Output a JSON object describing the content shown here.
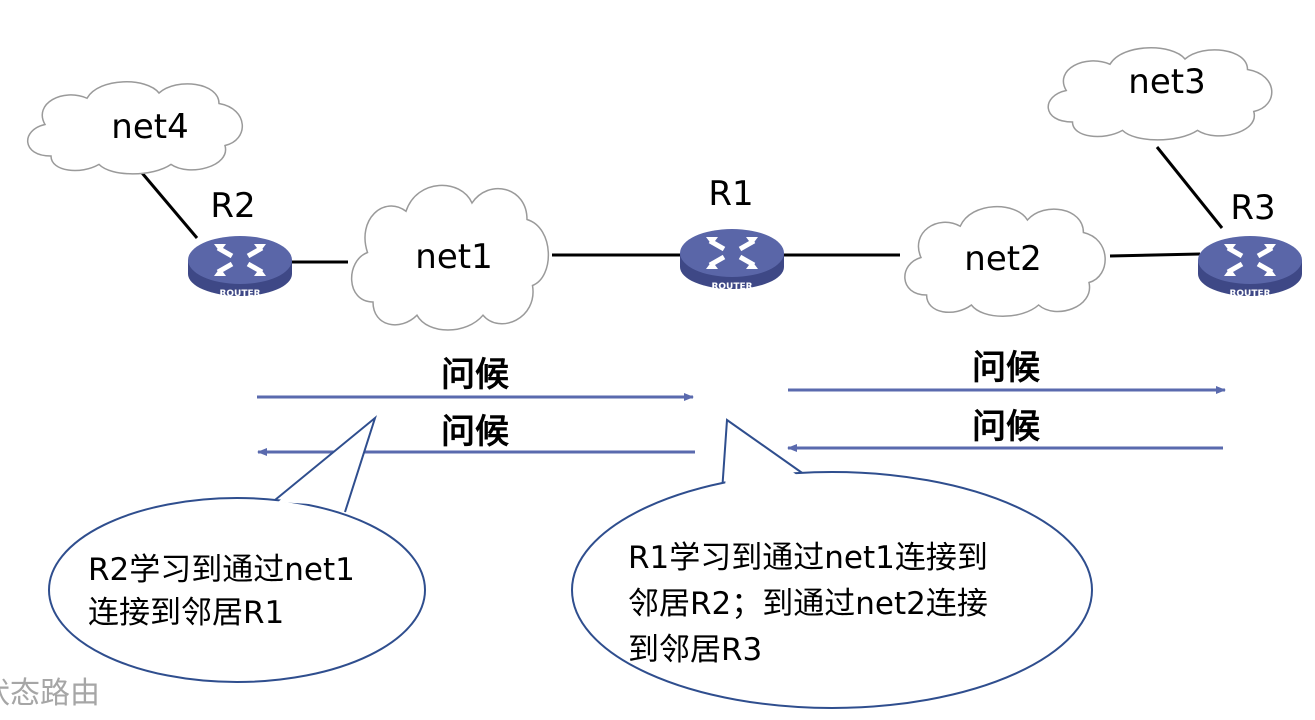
{
  "routers": [
    {
      "id": "R2",
      "label": "R2",
      "badge": "ROUTER"
    },
    {
      "id": "R1",
      "label": "R1",
      "badge": "ROUTER"
    },
    {
      "id": "R3",
      "label": "R3",
      "badge": "ROUTER"
    }
  ],
  "networks": {
    "net1": "net1",
    "net2": "net2",
    "net3": "net3",
    "net4": "net4"
  },
  "hellos": {
    "left_forward": "问候",
    "left_back": "问候",
    "right_forward": "问候",
    "right_back": "问候"
  },
  "callouts": {
    "r2": {
      "lines": [
        "R2学习到通过net1",
        "连接到邻居R1"
      ]
    },
    "r1": {
      "lines": [
        "R1学习到通过net1连接到",
        "邻居R2；到通过net2连接",
        "到邻居R3"
      ]
    }
  },
  "footer": "状态路由",
  "colors": {
    "arrow": "#5a6aae",
    "callout_border": "#2f4e8e",
    "router": "#5a66a8",
    "cloud_border": "#9a9a9a"
  }
}
